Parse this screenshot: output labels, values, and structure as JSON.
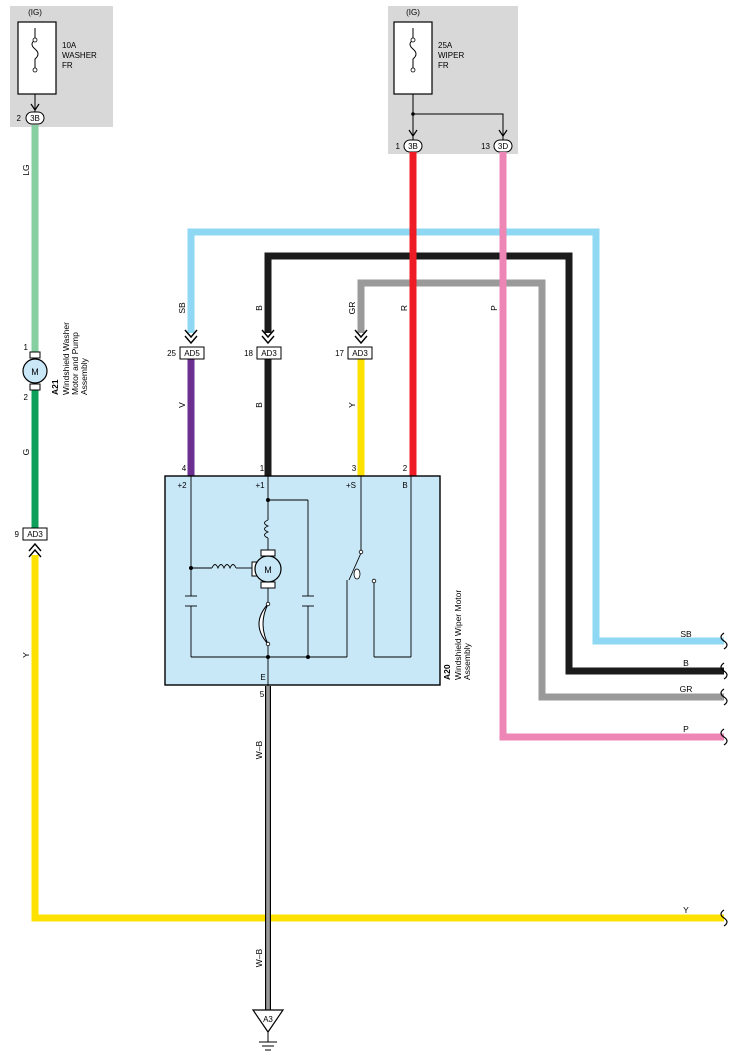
{
  "fuses": {
    "washer": {
      "source": "(IG)",
      "rating": "10A",
      "line1": "WASHER",
      "line2": "FR",
      "pin": "2",
      "connector": "3B"
    },
    "wiper": {
      "source": "(IG)",
      "rating": "25A",
      "line1": "WIPER",
      "line2": "FR",
      "pin1": "1",
      "connector1": "3B",
      "pin2": "13",
      "connector2": "3D"
    }
  },
  "connectors": {
    "ad5_sb": {
      "pin": "25",
      "id": "AD5"
    },
    "ad3_b": {
      "pin": "18",
      "id": "AD3"
    },
    "ad3_gr": {
      "pin": "17",
      "id": "AD3"
    },
    "ad3_washer": {
      "pin": "9",
      "id": "AD3"
    }
  },
  "wires": {
    "lg": "LG",
    "g": "G",
    "sb": "SB",
    "b": "B",
    "gr": "GR",
    "r": "R",
    "p": "P",
    "v": "V",
    "b2": "B",
    "y": "Y",
    "y_left": "Y",
    "wb1": "W–B",
    "wb2": "W–B",
    "right_sb": "SB",
    "right_b": "B",
    "right_gr": "GR",
    "right_p": "P",
    "right_y": "Y"
  },
  "washer_motor": {
    "symbol": "M",
    "pin_top": "1",
    "pin_bottom": "2",
    "code": "A21",
    "name_lines": [
      "Windshield Washer",
      "Motor and Pump",
      "Assembly"
    ]
  },
  "wiper_motor": {
    "symbol": "M",
    "code": "A20",
    "name_lines": [
      "Windshield Wiper Motor",
      "Assembly"
    ],
    "pins": {
      "p4": "4",
      "p1": "1",
      "p3": "3",
      "p2": "2",
      "p5": "5"
    },
    "terminals": {
      "plus2": "+2",
      "plus1": "+1",
      "plusS": "+S",
      "b": "B",
      "e": "E"
    }
  },
  "ground": {
    "id": "A3"
  },
  "colors": {
    "lg": "#86cfa0",
    "g": "#0ea05a",
    "y": "#ffe100",
    "sb": "#8fd8f3",
    "b": "#1b1b1b",
    "gr": "#9a9a9a",
    "r": "#ee1c25",
    "p": "#ee86b5",
    "v": "#6a2f8f",
    "fuse_box": "#d8d8d8",
    "motor_box": "#c8e8f8"
  }
}
